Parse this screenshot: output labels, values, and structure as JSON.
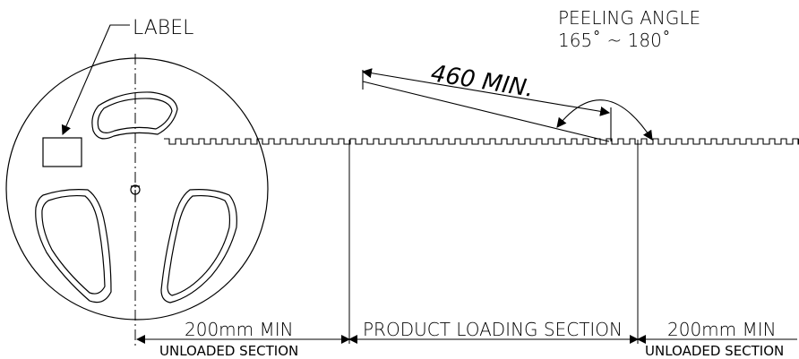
{
  "labels": {
    "label": "LABEL",
    "peeling_angle_title": "PEELING ANGLE",
    "peeling_angle_value": "165˚ ~ 180˚",
    "leader_length": "460 MIN.",
    "left_dim": "200mm MIN",
    "left_caption": "UNLOADED SECTION",
    "middle_dim": "PRODUCT LOADING SECTION",
    "right_dim": "200mm MIN",
    "right_caption": "UNLOADED SECTION"
  },
  "colors": {
    "line": "#000000",
    "background": "#ffffff"
  }
}
